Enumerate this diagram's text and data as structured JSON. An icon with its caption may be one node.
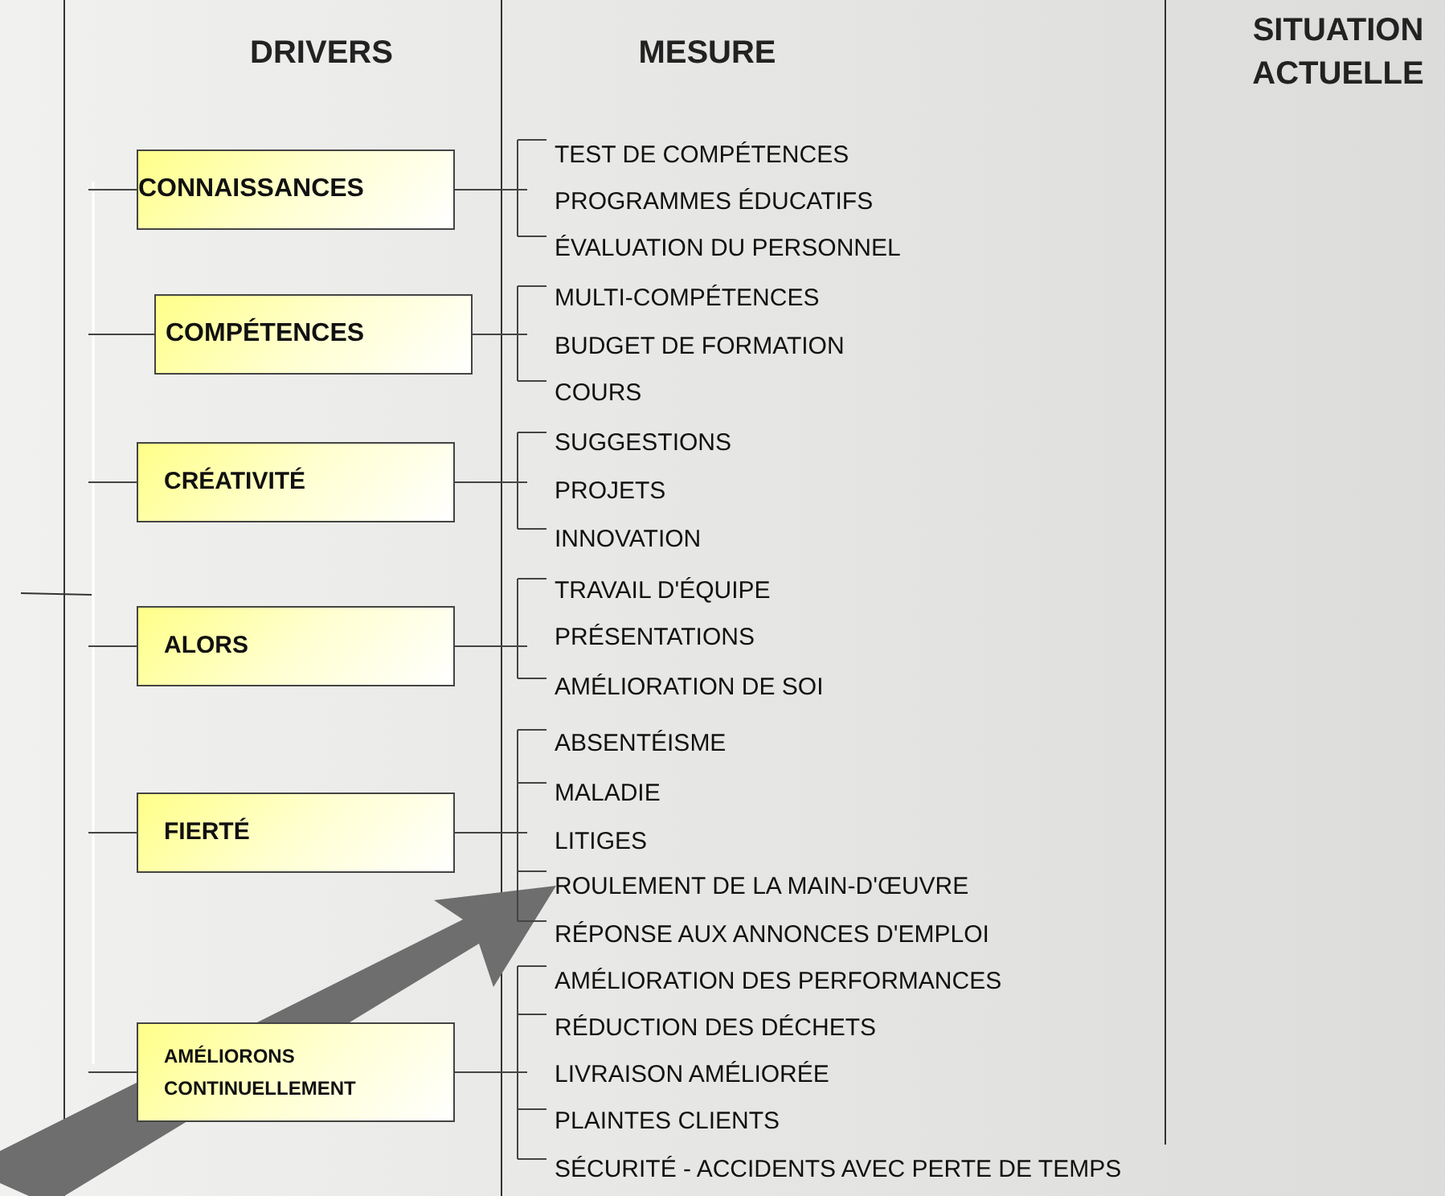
{
  "diagram": {
    "nodes": [
      {
        "text": [
          "CONNAISSANCES"
        ]
      },
      {
        "text": [
          "COMPÉTENCES"
        ]
      },
      {
        "text": [
          "CRÉATIVITÉ"
        ]
      },
      {
        "text": [
          "ALORS"
        ]
      },
      {
        "text": [
          "FIERTÉ"
        ]
      },
      {
        "text": [
          "AMÉLIORONS CONTINUELLEMENT"
        ]
      }
    ],
    "labels": [
      "DRIVERS",
      "MESURE",
      "SITUATION ACTUELLE",
      "TEST DE COMPÉTENCES",
      "PROGRAMMES ÉDUCATIFS",
      "ÉVALUATION DU PERSONNEL",
      "MULTI-COMPÉTENCES",
      "BUDGET DE FORMATION",
      "COURS",
      "SUGGESTIONS",
      "PROJETS",
      "INNOVATION",
      "TRAVAIL D'ÉQUIPE",
      "PRÉSENTATIONS",
      "AMÉLIORATION DE SOI",
      "ABSENTÉISME",
      "MALADIE",
      "LITIGES",
      "ROULEMENT DE LA MAIN-D'ŒUVRE",
      "RÉPONSE AUX ANNONCES D'EMPLOI",
      "AMÉLIORATION DES PERFORMANCES",
      "RÉDUCTION DES DÉCHETS",
      "LIVRAISON AMÉLIORÉE",
      "PLAINTES CLIENTS",
      "SÉCURITÉ - ACCIDENTS AVEC PERTE DE TEMPS"
    ]
  }
}
